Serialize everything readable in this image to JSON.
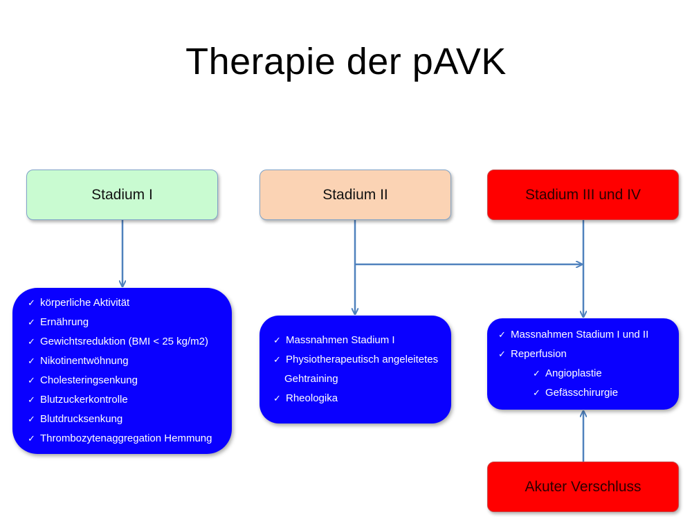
{
  "title": "Therapie der pAVK",
  "stages": {
    "s1": "Stadium I",
    "s2": "Stadium II",
    "s3": "Stadium III und IV",
    "acute": "Akuter Verschluss"
  },
  "panels": {
    "p1": [
      "körperliche Aktivität",
      "Ernährung",
      "Gewichtsreduktion (BMI < 25 kg/m2)",
      "Nikotinentwöhnung",
      "Cholesteringsenkung",
      "Blutzuckerkontrolle",
      "Blutdrucksenkung",
      "Thrombozytenaggregation Hemmung"
    ],
    "p2": {
      "item1": "Massnahmen Stadium I",
      "item2": "Physiotherapeutisch angeleitetes",
      "item2_cont": "Gehtraining",
      "item3": "Rheologika"
    },
    "p3": {
      "item1": "Massnahmen Stadium I und II",
      "item2": "Reperfusion",
      "sub1": "Angioplastie",
      "sub2": "Gefässchirurgie"
    }
  },
  "check_glyph": "✓",
  "colors": {
    "stage1": "#c9fbd1",
    "stage2": "#fbd3b4",
    "stage3": "#ff0000",
    "panel": "#0a00ff",
    "arrow": "#4f81bd"
  }
}
